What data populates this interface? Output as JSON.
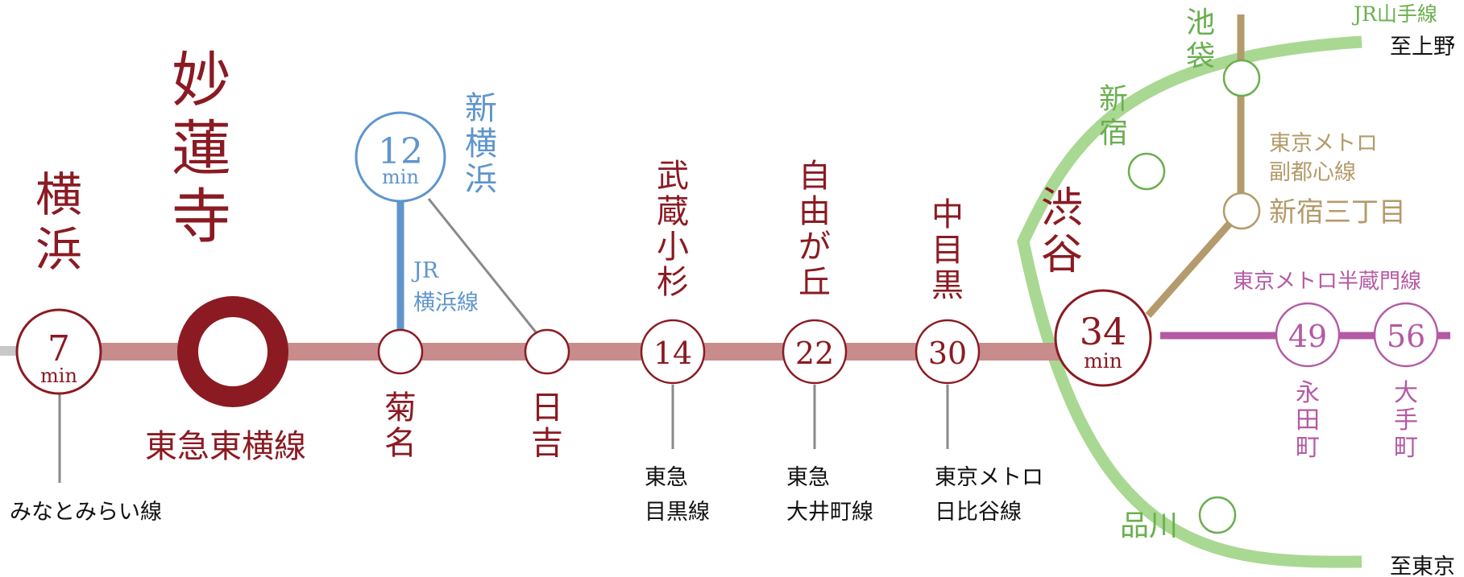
{
  "colors": {
    "toyoko": "#8b1a22",
    "toyoko_band": "#c88c8c",
    "jr_yokohama": "#5f95cc",
    "yamanote": "#a9d892",
    "yamanote_text": "#6aaf4f",
    "fukutoshin": "#b39b6b",
    "hanzomon": "#b45aa4",
    "gray": "#8a8a8a",
    "black": "#111111"
  },
  "stations": {
    "yokohama": {
      "name": "横浜",
      "time": "7",
      "unit": "min"
    },
    "myorenji": {
      "name": "妙蓮寺",
      "line": "東急東横線"
    },
    "kikuna": {
      "name": "菊名"
    },
    "shinyokohama": {
      "name": "新横浜",
      "time": "12",
      "unit": "min"
    },
    "hiyoshi": {
      "name": "日吉"
    },
    "musashikosugi": {
      "name": "武蔵小杉",
      "time": "14"
    },
    "jiyugaoka": {
      "name": "自由が丘",
      "time": "22"
    },
    "nakameguro": {
      "name": "中目黒",
      "time": "30"
    },
    "shibuya": {
      "name": "渋谷",
      "time": "34",
      "unit": "min"
    },
    "shinjuku": {
      "name": "新宿"
    },
    "ikebukuro": {
      "name": "池袋"
    },
    "shinagawa": {
      "name": "品川"
    },
    "shinjukusanchome": {
      "name": "新宿三丁目"
    },
    "nagatacho": {
      "name": "永田町",
      "time": "49"
    },
    "otemachi": {
      "name": "大手町",
      "time": "56"
    }
  },
  "lines": {
    "minatomirai": "みなとみらい線",
    "jr_yokohama": [
      "JR",
      "横浜線"
    ],
    "meguro": [
      "東急",
      "目黒線"
    ],
    "oimachi": [
      "東急",
      "大井町線"
    ],
    "hibiya": [
      "東京メトロ",
      "日比谷線"
    ],
    "fukutoshin": [
      "東京メトロ",
      "副都心線"
    ],
    "hanzomon": "東京メトロ半蔵門線",
    "yamanote": "JR山手線"
  },
  "destinations": {
    "ueno": "至上野",
    "tokyo": "至東京"
  }
}
